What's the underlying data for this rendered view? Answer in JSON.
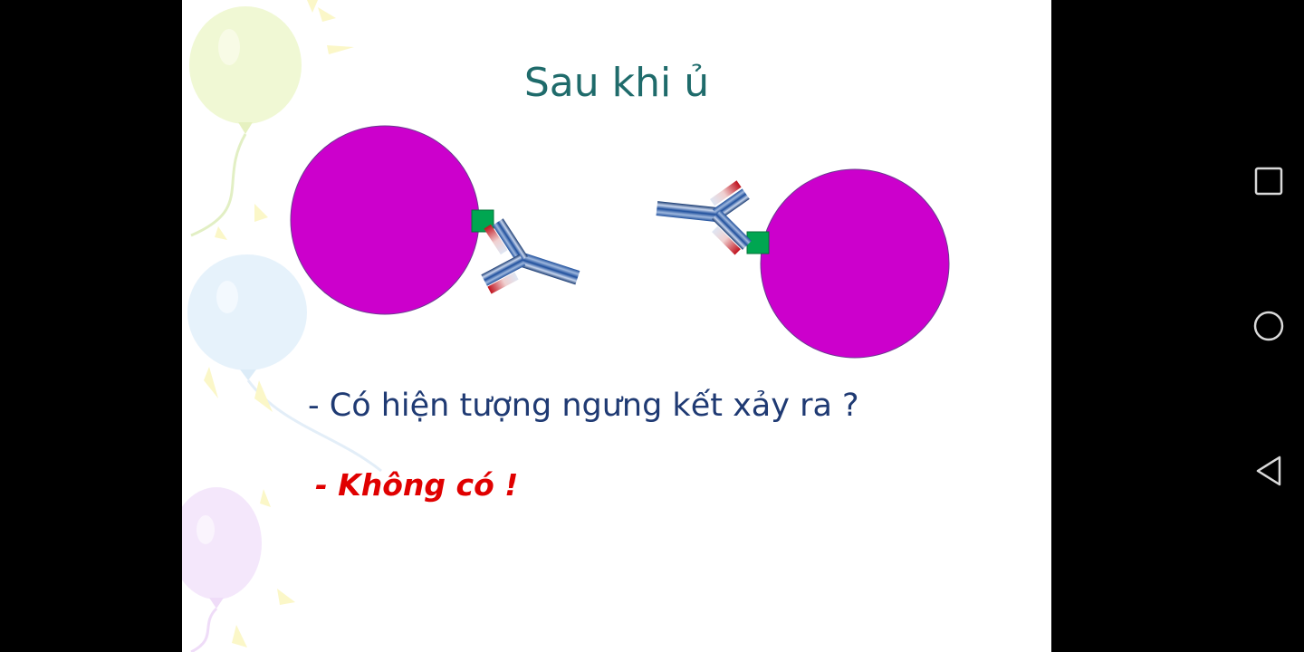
{
  "slide": {
    "title": "Sau khi ủ",
    "question": "- Có hiện tượng ngưng kết xảy ra ?",
    "answer": "- Không có !"
  },
  "illustration": {
    "particle_color": "#cc00cc",
    "antigen_color": "#00a651",
    "antibody_heavy_chain_color": "#1f4f9c",
    "antibody_light_chain_color": "#c0121e"
  },
  "navigation": {
    "icons": [
      "recent-apps-icon",
      "home-icon",
      "back-icon"
    ]
  }
}
